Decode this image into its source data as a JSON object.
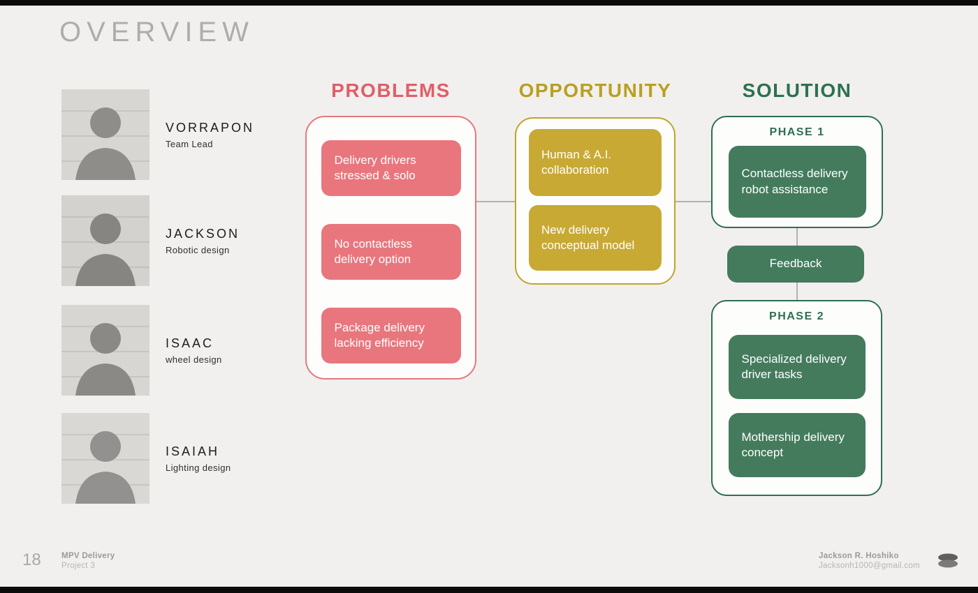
{
  "slide": {
    "title": "OVERVIEW",
    "page_number": "18",
    "footer": {
      "project_name": "MPV Delivery",
      "project_sub": "Project 3",
      "author_name": "Jackson R. Hoshiko",
      "author_email": "Jacksonh1000@gmail.com"
    },
    "colors": {
      "background": "#f1f0ee",
      "problems_accent": "#e8767d",
      "opportunity_accent": "#c2a52e",
      "solution_accent": "#3d7a5b",
      "connector": "#b0b0af"
    }
  },
  "team": [
    {
      "name": "VORRAPON",
      "role": "Team Lead"
    },
    {
      "name": "JACKSON",
      "role": "Robotic design"
    },
    {
      "name": "ISAAC",
      "role": "wheel design"
    },
    {
      "name": "ISAIAH",
      "role": "Lighting design"
    }
  ],
  "columns": {
    "problems": {
      "title": "PROBLEMS",
      "items": [
        "Delivery drivers stressed & solo",
        "No contactless delivery option",
        "Package delivery lacking efficiency"
      ]
    },
    "opportunity": {
      "title": "OPPORTUNITY",
      "items": [
        "Human & A.I. collaboration",
        "New delivery conceptual model"
      ]
    },
    "solution": {
      "title": "SOLUTION",
      "phase1": {
        "label": "PHASE 1",
        "items": [
          "Contactless delivery robot assistance"
        ]
      },
      "feedback_label": "Feedback",
      "phase2": {
        "label": "PHASE 2",
        "items": [
          "Specialized delivery driver tasks",
          "Mothership delivery concept"
        ]
      }
    }
  }
}
